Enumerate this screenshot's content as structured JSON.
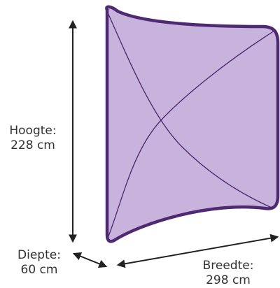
{
  "colors": {
    "panel_fill": "#c8b3dc",
    "panel_stroke": "#4f2a73",
    "seam_stroke": "#4b2670",
    "arrow_stroke": "#222222",
    "label_text": "#333333"
  },
  "dimensions": {
    "height": {
      "name": "Hoogte:",
      "value": "228 cm"
    },
    "depth": {
      "name": "Diepte:",
      "value": "60 cm"
    },
    "width": {
      "name": "Breedte:",
      "value": "298 cm"
    }
  }
}
